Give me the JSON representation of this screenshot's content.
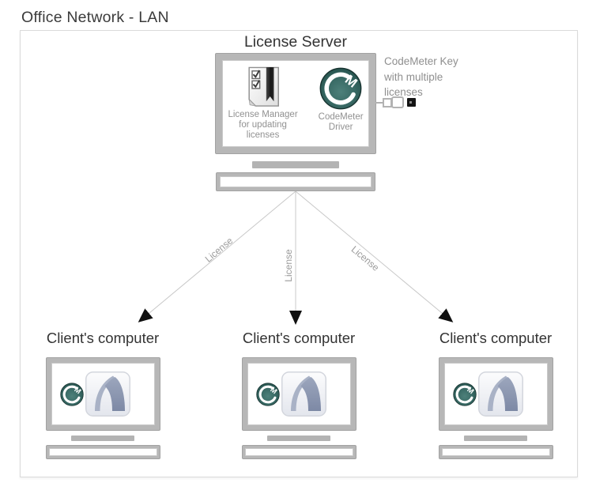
{
  "title": "Office Network - LAN",
  "server": {
    "title": "License Server",
    "license_manager": {
      "lines": [
        "License Manager",
        "for updating",
        "licenses"
      ]
    },
    "codemeter_driver": {
      "lines": [
        "CodeMeter",
        "Driver"
      ]
    },
    "usb_key": {
      "lines": [
        "CodeMeter Key",
        "with multiple",
        "licenses"
      ]
    }
  },
  "links": {
    "labels": [
      "License",
      "License",
      "License"
    ]
  },
  "clients": [
    {
      "label": "Client's computer"
    },
    {
      "label": "Client's computer"
    },
    {
      "label": "Client's computer"
    }
  ],
  "colors": {
    "codemeter_teal": "#2e5955",
    "archicad_blue": "#8893ad",
    "hardware_gray": "#b7b7b7",
    "text_dark": "#3a3a3a",
    "text_gray": "#8f8f8f",
    "link_line_gray": "#c8c8c8",
    "arrowhead_black": "#101010",
    "box_border": "#dadada"
  }
}
